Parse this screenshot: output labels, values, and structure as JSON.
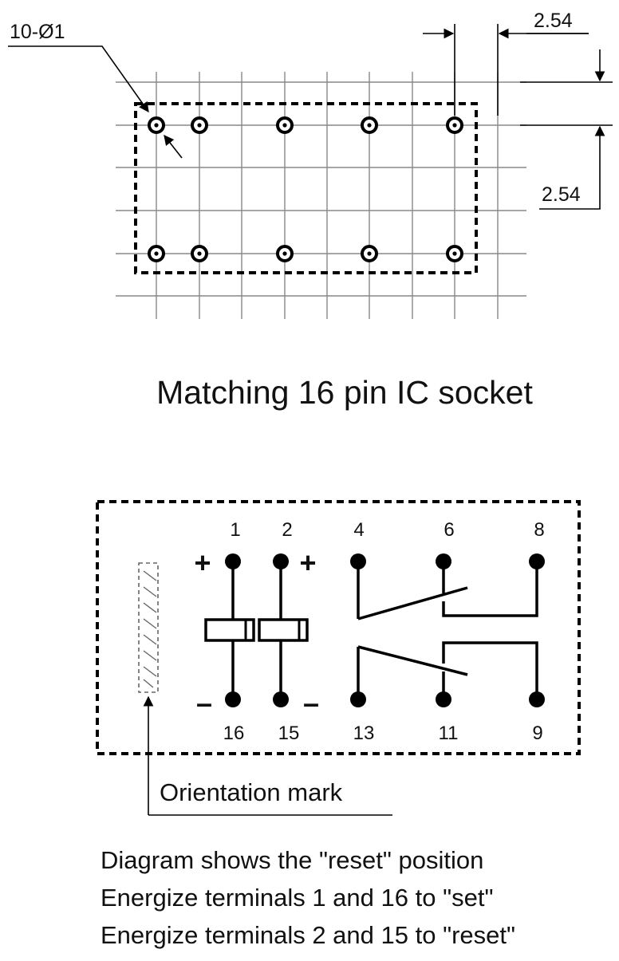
{
  "footprint": {
    "hole_label": "10-Ø1",
    "pitch_horizontal": "2.54",
    "pitch_vertical": "2.54",
    "caption": "Matching 16 pin IC socket"
  },
  "schematic": {
    "pins_top": [
      "1",
      "2",
      "4",
      "6",
      "8"
    ],
    "pins_bottom": [
      "16",
      "15",
      "13",
      "11",
      "9"
    ],
    "plus_sign": "+",
    "minus_sign": "–",
    "orientation_label": "Orientation mark"
  },
  "notes": [
    "Diagram shows the \"reset\" position",
    "Energize terminals 1 and 16 to \"set\"",
    "Energize terminals 2 and 15 to \"reset\""
  ]
}
